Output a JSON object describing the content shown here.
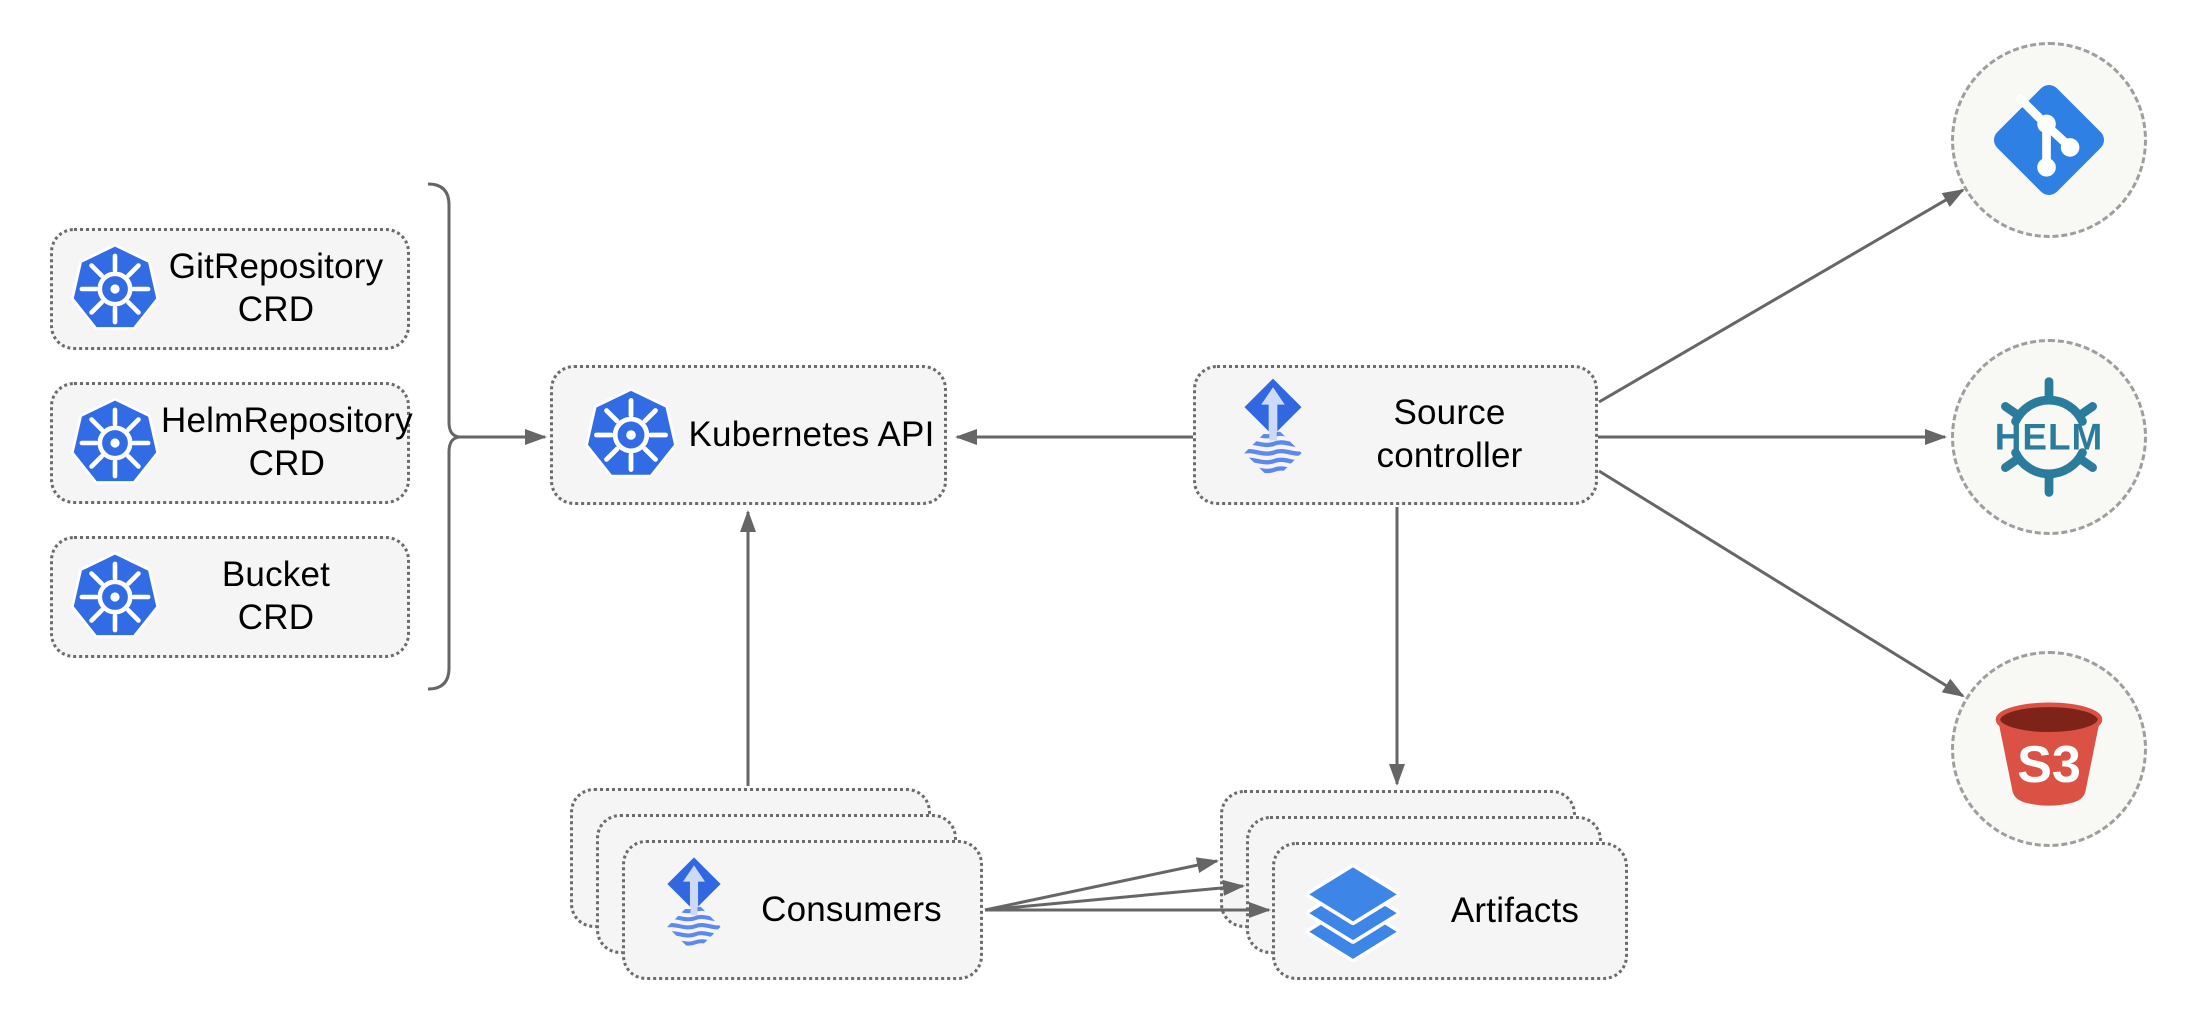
{
  "diagram": {
    "nodes": {
      "git_repository_crd": {
        "label": "GitRepository\nCRD",
        "icon": "kubernetes-icon"
      },
      "helm_repository_crd": {
        "label": "HelmRepository\nCRD",
        "icon": "kubernetes-icon"
      },
      "bucket_crd": {
        "label": "Bucket\nCRD",
        "icon": "kubernetes-icon"
      },
      "kubernetes_api": {
        "label": "Kubernetes API",
        "icon": "kubernetes-icon"
      },
      "source_controller": {
        "label": "Source\ncontroller",
        "icon": "flux-icon"
      },
      "consumers": {
        "label": "Consumers",
        "icon": "flux-icon",
        "stacked": true
      },
      "artifacts": {
        "label": "Artifacts",
        "icon": "layers-icon",
        "stacked": true
      }
    },
    "endpoints": {
      "git": {
        "icon": "git-icon"
      },
      "helm": {
        "icon": "helm-icon",
        "text": "HELM"
      },
      "s3": {
        "icon": "s3-bucket-icon",
        "text": "S3"
      }
    },
    "connections": [
      {
        "from": "crd-group-bracket",
        "to": "kubernetes_api",
        "arrow": true
      },
      {
        "from": "source_controller",
        "to": "kubernetes_api",
        "arrow": true
      },
      {
        "from": "consumers",
        "to": "kubernetes_api",
        "arrow": true
      },
      {
        "from": "source_controller",
        "to": "artifacts",
        "arrow": true
      },
      {
        "from": "source_controller",
        "to": "git",
        "arrow": true
      },
      {
        "from": "source_controller",
        "to": "helm",
        "arrow": true
      },
      {
        "from": "source_controller",
        "to": "s3",
        "arrow": true
      },
      {
        "from": "consumers",
        "to": "artifacts",
        "arrow": true,
        "count": 3
      }
    ],
    "colors": {
      "node_fill": "#f5f5f5",
      "node_border": "#6b6b6b",
      "circle_fill": "#f8f8f5",
      "circle_border": "#9e9e9e",
      "line": "#666666",
      "kubernetes_blue": "#326CE5",
      "flux_blue": "#3168e1",
      "flux_arrow_light": "#ccdaf6",
      "flux_wave_blue": "#5d89ef",
      "layers_blue": "#3d85e6",
      "git_blue": "#2f80e4",
      "helm_teal": "#2b7b9c",
      "s3_red": "#db5144",
      "s3_dark_rim": "#7d2318",
      "text": "#000000"
    }
  }
}
